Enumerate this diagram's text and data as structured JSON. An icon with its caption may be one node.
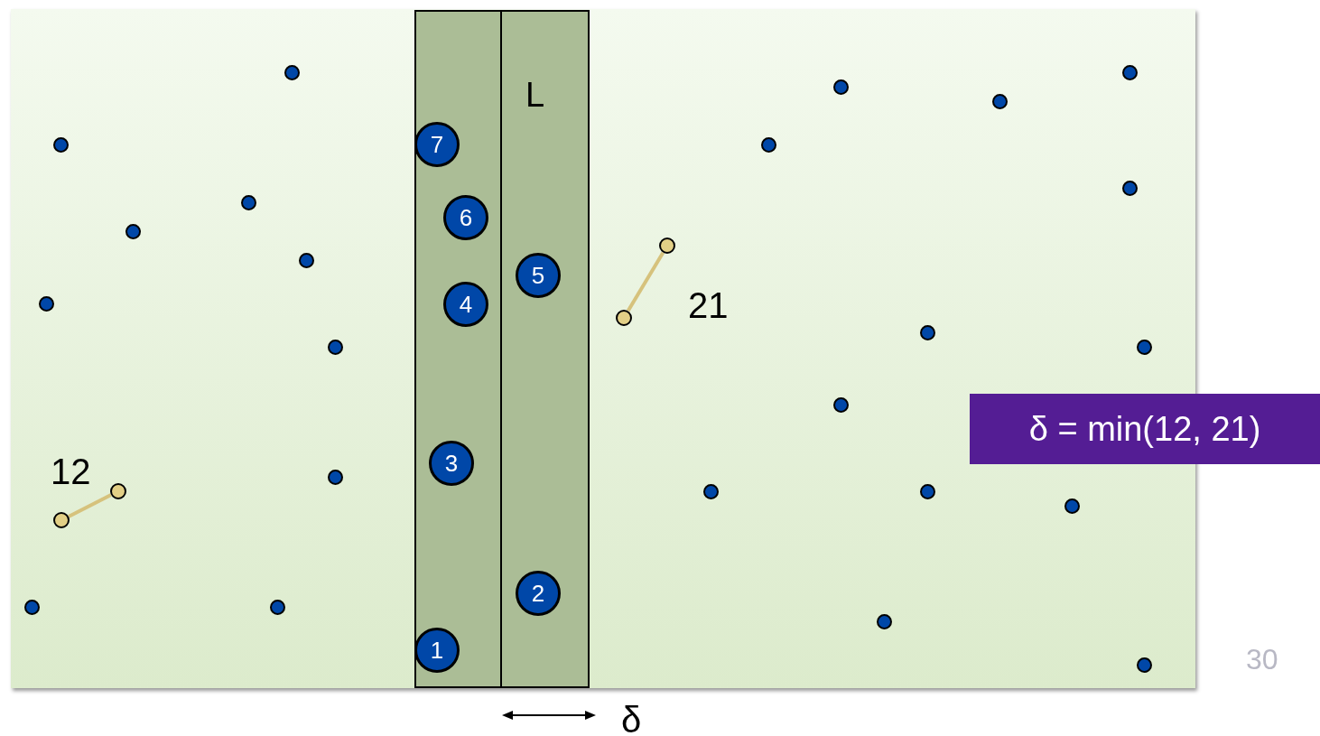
{
  "diagram": {
    "nodes": [
      {
        "text": [
          "7"
        ]
      },
      {
        "text": [
          "6"
        ]
      },
      {
        "text": [
          "5"
        ]
      },
      {
        "text": [
          "4"
        ]
      },
      {
        "text": [
          "3"
        ]
      },
      {
        "text": [
          "2"
        ]
      },
      {
        "text": [
          "1"
        ]
      },
      {
        "text": [],
        "shape": "circle"
      },
      {
        "text": [],
        "shape": "circle"
      },
      {
        "text": [],
        "shape": "circle"
      },
      {
        "text": [],
        "shape": "circle"
      },
      {
        "text": [
          "δ = min(12, 21)"
        ]
      }
    ],
    "edges": [
      {
        "from": 7,
        "to": 8,
        "arrow": "none",
        "label": "21"
      },
      {
        "from": 9,
        "to": 10,
        "arrow": "none",
        "label": "12"
      }
    ],
    "labels": [
      "L",
      "δ",
      "30"
    ]
  }
}
